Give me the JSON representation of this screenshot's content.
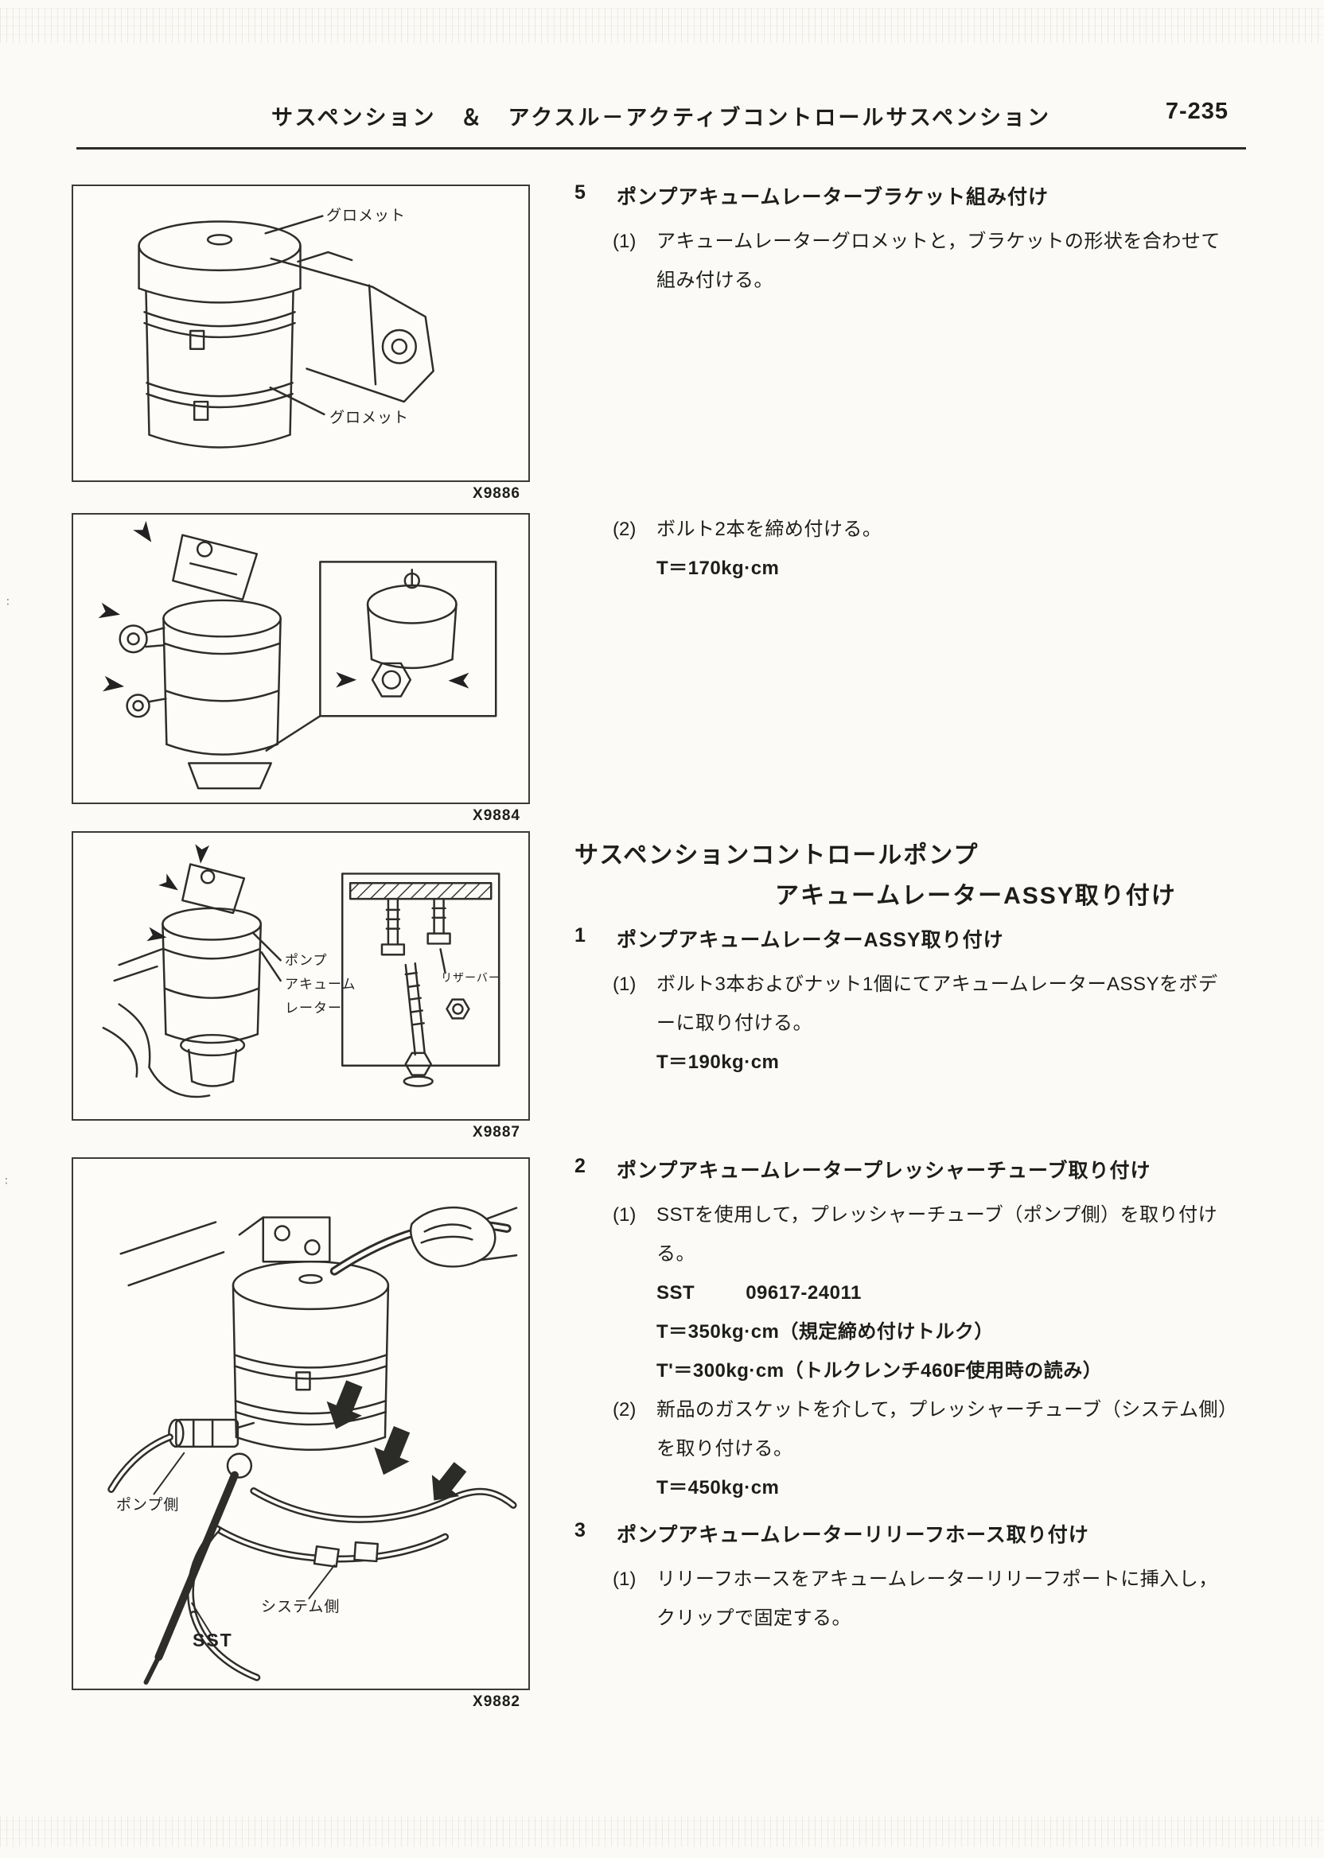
{
  "header": {
    "title": "サスペンション　＆　アクスル－アクティブコントロールサスペンション",
    "page_number": "7-235"
  },
  "figures": {
    "fig1": {
      "code": "X9886",
      "labels": {
        "grommet_top": "グロメット",
        "grommet_bottom": "グロメット"
      }
    },
    "fig2": {
      "code": "X9884"
    },
    "fig3": {
      "code": "X9887",
      "labels": {
        "pump_line1": "ポンプ",
        "pump_line2": "アキューム",
        "pump_line3": "レーター",
        "reservoir": "リザーバー"
      }
    },
    "fig4": {
      "code": "X9882",
      "labels": {
        "pump_side": "ポンプ側",
        "sst": "SST",
        "system_side": "システム側"
      }
    }
  },
  "content": {
    "section5": {
      "number": "5",
      "title": "ポンプアキュームレーターブラケット組み付け",
      "steps": [
        {
          "number": "(1)",
          "text": "アキュームレーターグロメットと，ブラケットの形状を合わせて組み付ける。"
        },
        {
          "number": "(2)",
          "text": "ボルト2本を締め付ける。",
          "torque": "T＝170kg·cm"
        }
      ]
    },
    "main_heading": {
      "line1": "サスペンションコントロールポンプ",
      "line2": "アキュームレーターASSY取り付け"
    },
    "section1": {
      "number": "1",
      "title": "ポンプアキュームレーターASSY取り付け",
      "steps": [
        {
          "number": "(1)",
          "text": "ボルト3本およびナット1個にてアキュームレーターASSYをボデーに取り付ける。",
          "torque": "T＝190kg·cm"
        }
      ]
    },
    "section2": {
      "number": "2",
      "title": "ポンプアキュームレータープレッシャーチューブ取り付け",
      "steps": [
        {
          "number": "(1)",
          "text": "SSTを使用して，プレッシャーチューブ（ポンプ側）を取り付ける。",
          "sst_label": "SST",
          "sst_number": "09617-24011",
          "torque1": "T＝350kg·cm（規定締め付けトルク）",
          "torque2": "T'＝300kg·cm（トルクレンチ460F使用時の読み）"
        },
        {
          "number": "(2)",
          "text": "新品のガスケットを介して，プレッシャーチューブ（システム側）を取り付ける。",
          "torque": "T＝450kg·cm"
        }
      ]
    },
    "section3": {
      "number": "3",
      "title": "ポンプアキュームレーターリリーフホース取り付け",
      "steps": [
        {
          "number": "(1)",
          "text": "リリーフホースをアキュームレーターリリーフポートに挿入し，クリップで固定する。"
        }
      ]
    }
  }
}
